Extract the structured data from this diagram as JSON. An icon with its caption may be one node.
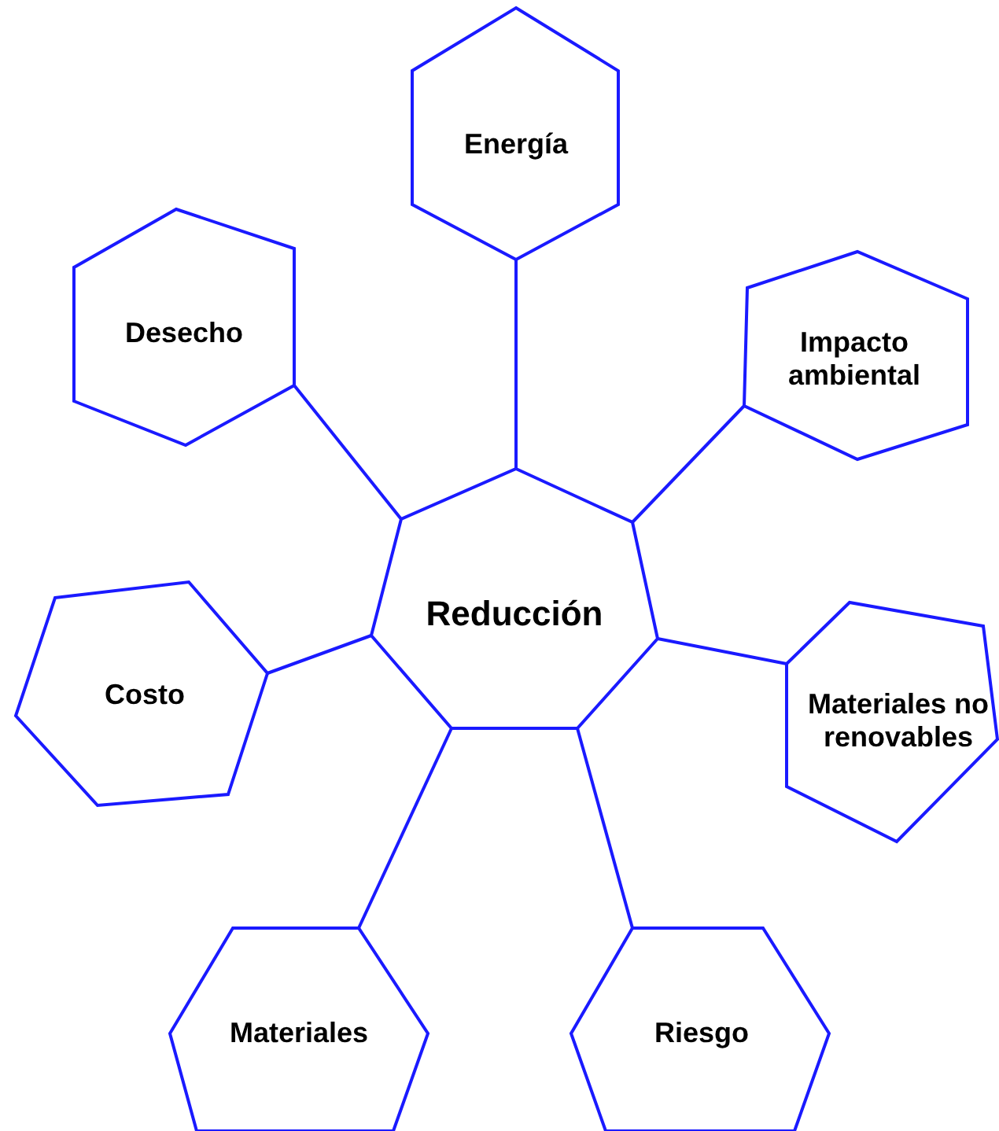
{
  "diagram": {
    "nodes": [
      {
        "text": [
          "Reducción"
        ]
      },
      {
        "text": [
          "Energía"
        ]
      },
      {
        "text": [
          "Desecho"
        ]
      },
      {
        "text": [
          "Impacto ambiental"
        ]
      },
      {
        "text": [
          "Costo"
        ]
      },
      {
        "text": [
          "Materiales no renovables"
        ]
      },
      {
        "text": [
          "Materiales"
        ]
      },
      {
        "text": [
          "Riesgo"
        ]
      }
    ],
    "edges": [
      {
        "from": 0,
        "to": 1,
        "arrow": "none"
      },
      {
        "from": 0,
        "to": 2,
        "arrow": "none"
      },
      {
        "from": 0,
        "to": 3,
        "arrow": "none"
      },
      {
        "from": 0,
        "to": 4,
        "arrow": "none"
      },
      {
        "from": 0,
        "to": 5,
        "arrow": "none"
      },
      {
        "from": 0,
        "to": 6,
        "arrow": "none"
      },
      {
        "from": 0,
        "to": 7,
        "arrow": "none"
      }
    ]
  }
}
